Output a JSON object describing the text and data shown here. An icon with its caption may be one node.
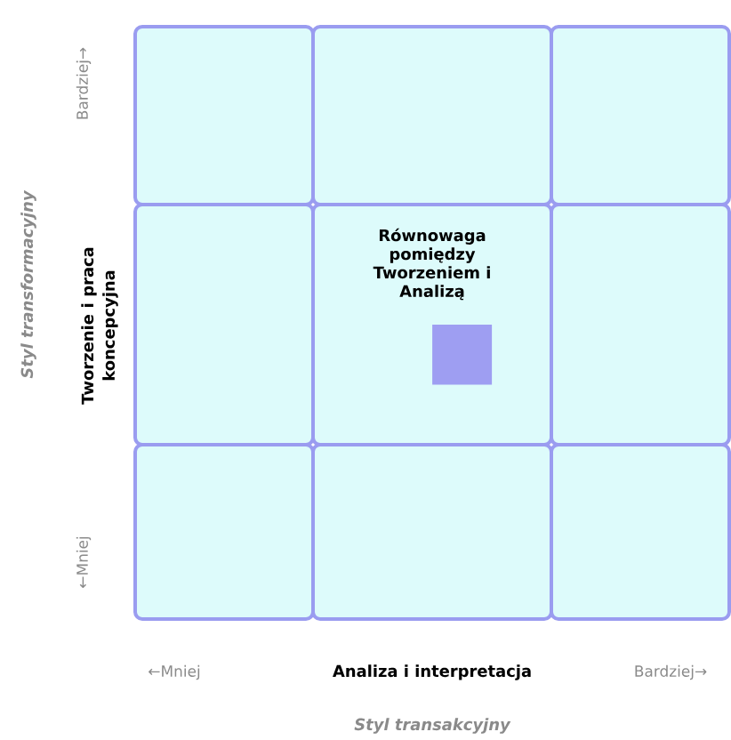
{
  "diagram": {
    "nodes": [
      {
        "text": [],
        "shape": "box"
      },
      {
        "text": [],
        "shape": "box"
      },
      {
        "text": [],
        "shape": "box"
      },
      {
        "text": [],
        "shape": "box"
      },
      {
        "text": [
          "Równowaga pomiędzy Tworzeniem i Analizą"
        ]
      },
      {
        "text": [],
        "shape": "box",
        "in": 4
      },
      {
        "text": [],
        "shape": "box"
      },
      {
        "text": [],
        "shape": "box"
      },
      {
        "text": [],
        "shape": "box"
      },
      {
        "text": [],
        "shape": "box"
      }
    ],
    "labels": [
      "Bardziej→",
      "Styl transformacyjny",
      "Tworzenie i praca koncepcyjna",
      "←Mniej",
      "←Mniej",
      "Analiza i interpretacja",
      "Bardziej→",
      "Styl transakcyjny"
    ]
  }
}
